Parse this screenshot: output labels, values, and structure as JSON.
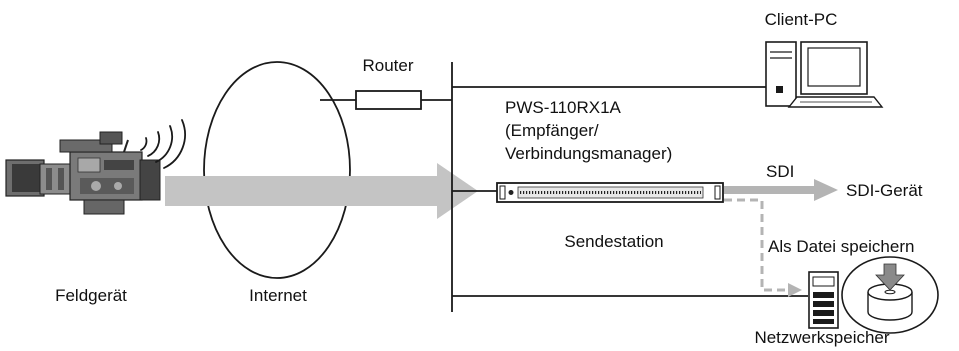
{
  "labels": {
    "client_pc": "Client-PC",
    "router": "Router",
    "receiver_line1": "PWS-110RX1A",
    "receiver_line2": "(Empfänger/",
    "receiver_line3": "Verbindungsmanager)",
    "sdi": "SDI",
    "sdi_device": "SDI-Gerät",
    "broadcast_station": "Sendestation",
    "save_as_file": "Als Datei speichern",
    "field_device": "Feldgerät",
    "internet": "Internet",
    "network_storage": "Netzwerkspeicher"
  },
  "icons": {
    "camera": "camcorder-icon",
    "signal": "wireless-signal-icon",
    "computer": "desktop-computer-icon",
    "rack_unit": "rack-receiver-icon",
    "server": "server-icon",
    "disk": "disk-save-icon"
  },
  "colors": {
    "stream_arrow": "#c4c4c4",
    "sdi_arrow": "#b4b4b4",
    "dashed_line": "#b4b4b4",
    "line": "#1a1a1a"
  }
}
